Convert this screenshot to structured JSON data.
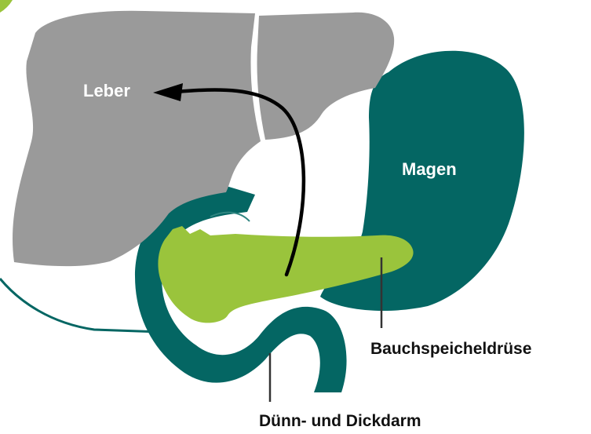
{
  "labels": {
    "liver": "Leber",
    "stomach": "Magen",
    "pancreas": "Bauchspeicheldrüse",
    "intestine": "Dünn- und Dickdarm"
  },
  "colors": {
    "liver": "#9a9a9a",
    "stomach": "#046663",
    "pancreas": "#9ac43c",
    "intestine": "#046663",
    "corner_accent": "#9ac43c",
    "background": "#ffffff",
    "arrow": "#000000",
    "leader_line": "#333333",
    "label_light": "#ffffff",
    "label_dark": "#111111"
  }
}
